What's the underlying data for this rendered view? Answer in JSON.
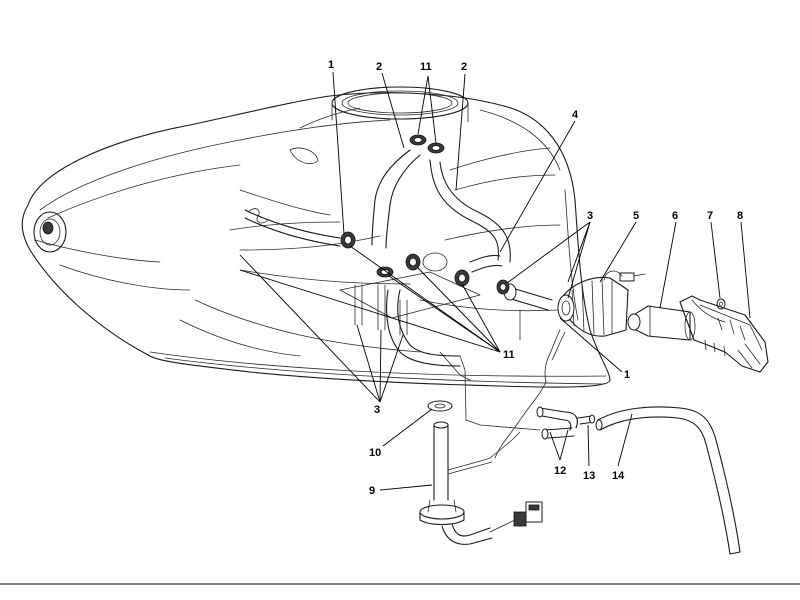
{
  "callouts": {
    "c1_top": "1",
    "c2_left": "2",
    "c11_top": "11",
    "c2_right": "2",
    "c4": "4",
    "c3_right": "3",
    "c5": "5",
    "c6": "6",
    "c7": "7",
    "c8": "8",
    "c11_mid": "11",
    "c1_right": "1",
    "c3_bottom": "3",
    "c10": "10",
    "c12": "12",
    "c13": "13",
    "c14": "14",
    "c9": "9"
  }
}
